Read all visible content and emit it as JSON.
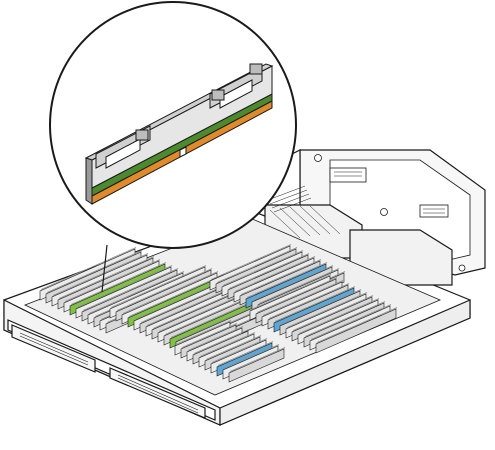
{
  "figure": {
    "background": "#ffffff",
    "colors": {
      "outline": "#1a1a1a",
      "chassis_fill": "#ffffff",
      "tray_fill": "#f0f0f0",
      "dimm_body": "#d8d8d8",
      "dimm_dark": "#8c8c8c",
      "highlight_green": "#7fc241",
      "highlight_blue": "#5aa8d8",
      "contact_orange": "#e08a2a",
      "pcb_green": "#4c8a2e",
      "heatspreader": "#e6e6e6"
    },
    "icons": [
      "server-blade",
      "memory-module",
      "magnifier-callout"
    ]
  }
}
